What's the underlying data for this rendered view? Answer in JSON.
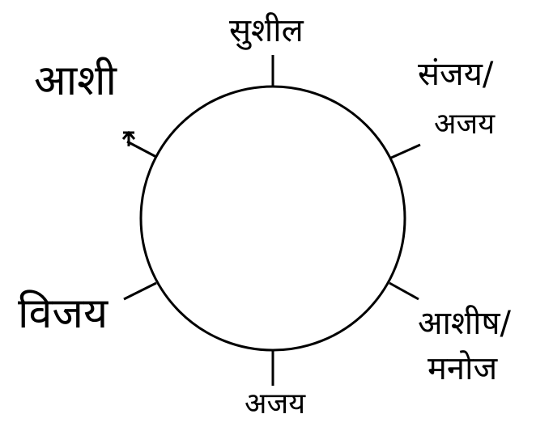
{
  "diagram": {
    "type": "circular-seating-arrangement",
    "positions": [
      {
        "id": "top",
        "lines": [
          "सुशील"
        ]
      },
      {
        "id": "top-right",
        "lines": [
          "संजय/",
          "अजय"
        ]
      },
      {
        "id": "bottom-right",
        "lines": [
          "आशीष/",
          "मनोज"
        ]
      },
      {
        "id": "bottom",
        "lines": [
          "अजय"
        ]
      },
      {
        "id": "left",
        "lines": [
          "विजय"
        ]
      },
      {
        "id": "top-left",
        "lines": [
          "आशी"
        ]
      }
    ],
    "arrow_glyph": "↑",
    "colors": {
      "stroke": "#000000",
      "background": "#ffffff"
    }
  }
}
